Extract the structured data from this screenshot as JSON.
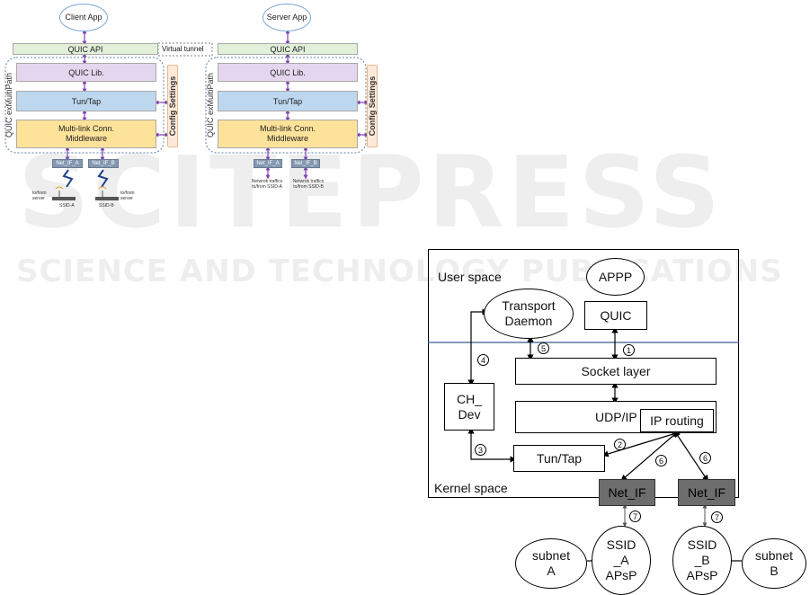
{
  "watermark": {
    "main": "SCITEPRESS",
    "sub": "SCIENCE AND TECHNOLOGY PUBLICATIONS"
  },
  "fig_a": {
    "client_app": "Client App",
    "server_app": "Server App",
    "quic_api": "QUIC API",
    "virtual_tunnel": "Virtual tunnel",
    "quic_lib": "QUIC Lib.",
    "tun_tap": "Tun/Tap",
    "middleware": "Multi-link Conn. Middleware",
    "config_settings": "Config Settings",
    "multipath_label": "QUIC exMultiPath",
    "net_if_a": "Net_IF_A",
    "net_if_b": "Net_IF_B",
    "to_from_server": "to/from server",
    "ssid_a": "SSID-A",
    "ssid_b": "SSID-B",
    "traffic_a": "Netwrok traffics to/from SSID-A",
    "traffic_b": "Netwrok traffics to/from SSID-B"
  },
  "fig_b": {
    "user_space": "User space",
    "kernel_space": "Kernel space",
    "appp": "APPP",
    "transport_daemon": "Transport Daemon",
    "quic": "QUIC",
    "socket_layer": "Socket layer",
    "ch_dev": "CH_ Dev",
    "udp_ip": "UDP/IP",
    "ip_routing": "IP routing",
    "tun_tap": "Tun/Tap",
    "net_if_left": "Net_IF",
    "net_if_right": "Net_IF",
    "ssid_a": "SSID _A APsP",
    "ssid_b": "SSID _B APsP",
    "subnet_a": "subnet A",
    "subnet_b": "subnet B",
    "steps": [
      "1",
      "2",
      "3",
      "4",
      "5",
      "6",
      "6",
      "7",
      "7"
    ]
  }
}
